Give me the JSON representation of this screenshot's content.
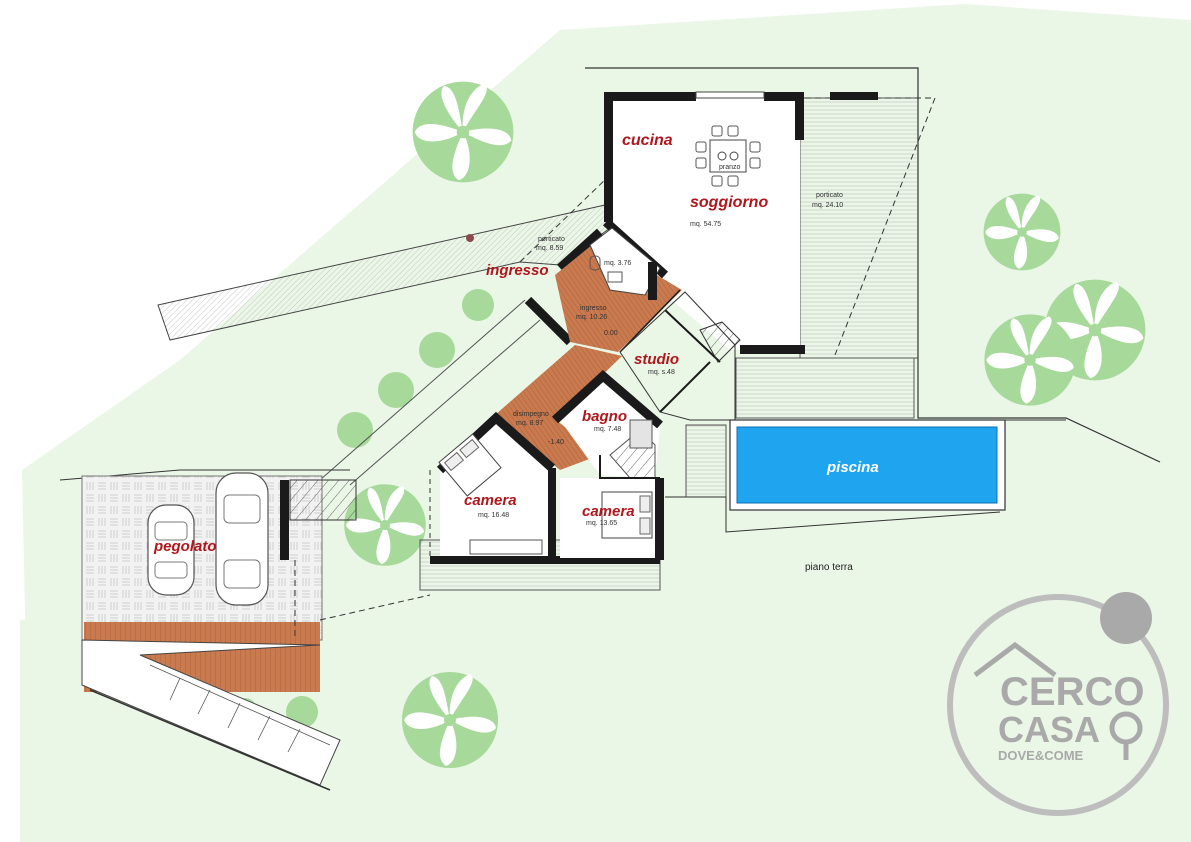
{
  "rooms": {
    "cucina": "cucina",
    "soggiorno": "soggiorno",
    "ingresso": "ingresso",
    "studio": "studio",
    "bagno": "bagno",
    "camera_1": "camera",
    "camera_2": "camera",
    "pegolato": "pegolato",
    "piscina": "piscina"
  },
  "areas": {
    "soggiorno": "mq. 54.75",
    "porticato_right_title": "porticato",
    "porticato_right": "mq. 24.10",
    "porticato_left_title": "porticato",
    "porticato_left": "mq. 8.59",
    "wc": "mq. 3.76",
    "ingresso_title": "ingresso",
    "ingresso": "mq. 10.26",
    "studio": "mq. s.48",
    "bagno": "mq. 7.48",
    "disimpegno_title": "disimpegno",
    "disimpegno": "mq. 8.97",
    "camera_1": "mq. 16.48",
    "camera_2": "mq. 13.65",
    "pranzo": "pranzo",
    "level_ingresso": "0.00",
    "level_disimpegno": "-1.40"
  },
  "floor_label": "piano terra",
  "logo": {
    "line1": "CERCO",
    "line2": "CASA",
    "line3": "DOVE&COME"
  },
  "colors": {
    "lawn": "#eaf6e6",
    "tree": "#a6d99a",
    "wall": "#1a1a1a",
    "wood": "#c97a4e",
    "pool": "#1fa4ef",
    "label": "#b0161c",
    "logo": "#a9a9a9"
  }
}
